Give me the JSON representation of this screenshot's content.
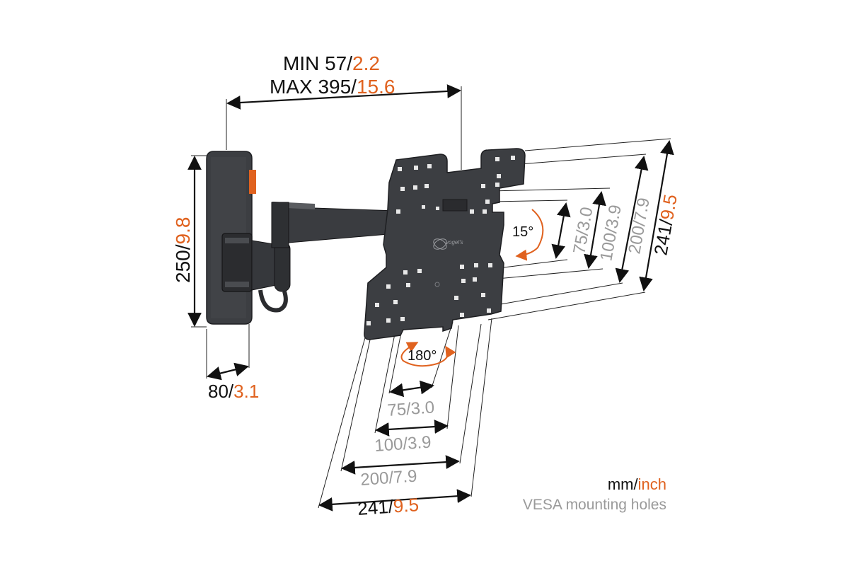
{
  "colors": {
    "mm": "#111111",
    "inch": "#e0621f",
    "vesa_mm": "#9a9a9a",
    "vesa_inch": "#9a9a9a",
    "mount": "#3a3c40",
    "mount_dark": "#232427",
    "accent": "#e0621f"
  },
  "dimensions": {
    "min_mm": "MIN 57",
    "min_in": "2.2",
    "max_mm": "MAX 395",
    "max_in": "15.6",
    "height_mm": "250",
    "height_in": "9.8",
    "depth_mm": "80",
    "depth_in": "3.1",
    "sep": "/"
  },
  "vesa": {
    "h75_mm": "75",
    "h75_in": "3.0",
    "h100_mm": "100",
    "h100_in": "3.9",
    "h200_mm": "200",
    "h200_in": "7.9",
    "h241_mm": "241",
    "h241_in": "9.5",
    "v75_mm": "75",
    "v75_in": "3.0",
    "v100_mm": "100",
    "v100_in": "3.9",
    "v200_mm": "200",
    "v200_in": "7.9",
    "v241_mm": "241",
    "v241_in": "9.5"
  },
  "angles": {
    "tilt": "15°",
    "swivel": "180°"
  },
  "legend": {
    "mm": "mm",
    "sep": "/",
    "inch": "inch",
    "caption": "VESA mounting holes"
  },
  "product": {
    "logo_text": "vogel's"
  }
}
